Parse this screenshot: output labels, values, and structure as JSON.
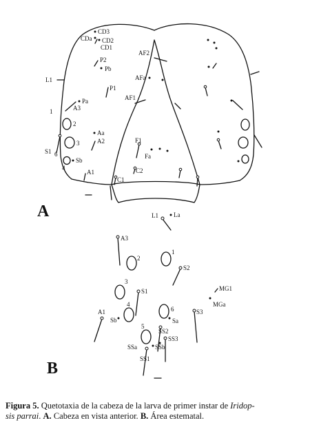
{
  "panels": {
    "a": "A",
    "b": "B"
  },
  "labels_a": {
    "cd3": "CD3",
    "cda": "CDa",
    "cd2": "CD2",
    "cd1": "CD1",
    "p2": "P2",
    "pb": "Pb",
    "l1": "L1",
    "p1": "P1",
    "pa": "Pa",
    "a3": "A3",
    "s1": "1",
    "s2": "2",
    "s3": "3",
    "s4": "4",
    "s6": "6",
    "sI": "S1",
    "aa": "Aa",
    "a2": "A2",
    "sb": "Sb",
    "a1": "A1",
    "af2": "AF2",
    "afa": "AFa",
    "af1": "AF1",
    "f1": "F1",
    "fa": "Fa",
    "c1": "C1",
    "c2": "C2"
  },
  "labels_b": {
    "l1": "L1",
    "la": "La",
    "a3": "A3",
    "s2n": "2",
    "s1n": "1",
    "s2": "S2",
    "s3n": "3",
    "s1": "S1",
    "mg1": "MG1",
    "mga": "MGa",
    "s4n": "4",
    "s6n": "6",
    "a1": "A1",
    "sb": "Sb",
    "sa": "Sa",
    "s3": "S3",
    "s5n": "5",
    "ss2": "SS2",
    "ss3": "SS3",
    "ssa": "SSa",
    "ssb": "SSb",
    "ss1": "SS1"
  },
  "caption": {
    "figure_label": "Figura 5.",
    "text_1": " Quetotaxia de la cabeza de la larva de primer instar de ",
    "genus_1": "Iridop-",
    "genus_2": "sis parrai",
    "text_2": ". ",
    "a_label": "A.",
    "a_text": " Cabeza en vista anterior. ",
    "b_label": "B.",
    "b_text": " Área estematal."
  }
}
